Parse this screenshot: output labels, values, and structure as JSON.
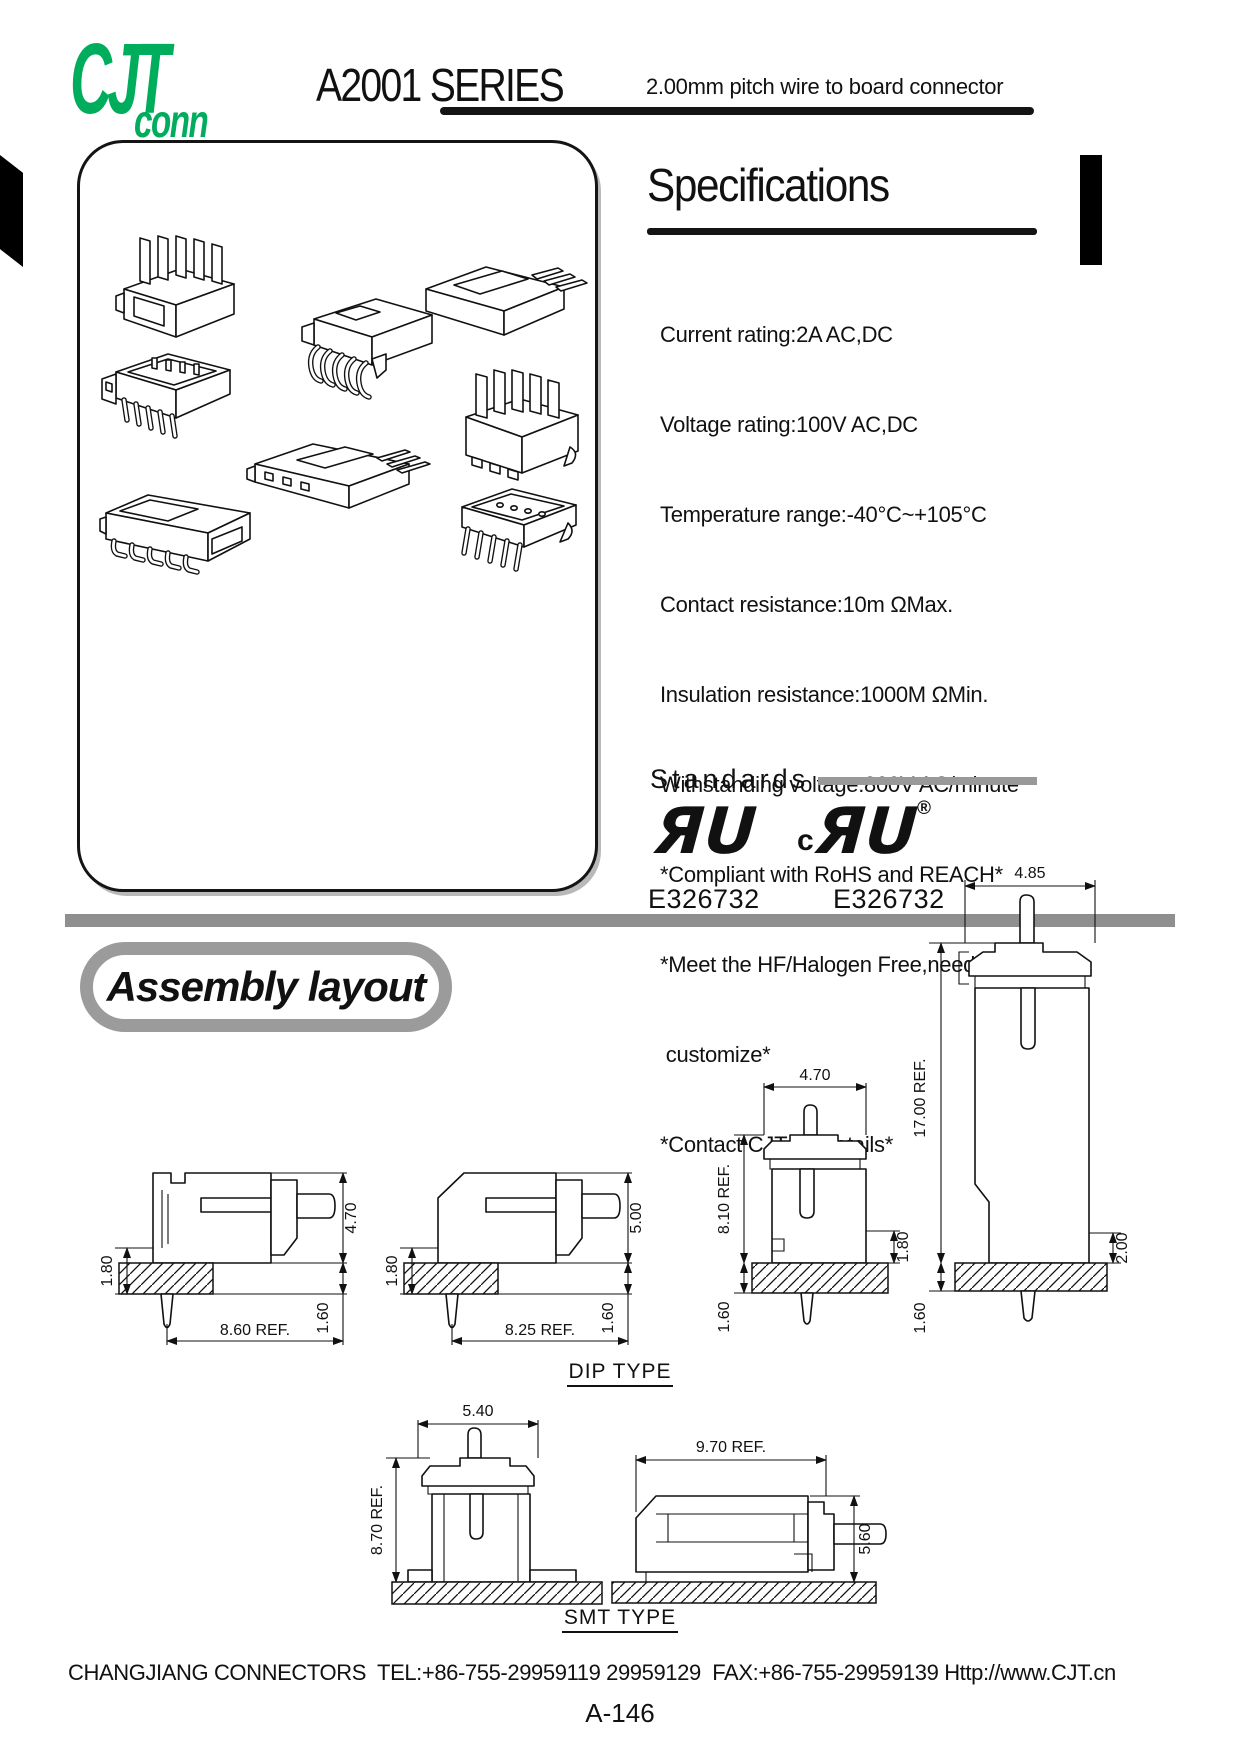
{
  "header": {
    "logo_cjt": "CJT",
    "logo_conn": "conn",
    "series": "A2001 SERIES",
    "subtitle": "2.00mm pitch wire to board connector"
  },
  "specs": {
    "title": "Specifications",
    "lines": [
      "Current rating:2A AC,DC",
      "Voltage rating:100V AC,DC",
      "Temperature range:-40°C~+105°C",
      "Contact resistance:10m ΩMax.",
      "Insulation resistance:1000M ΩMin.",
      "Withstanding voltage:800V AC/minute",
      "*Compliant with RoHS and REACH*",
      "*Meet the HF/Halogen Free,need to",
      " customize*",
      "*Contact CJT for details*"
    ]
  },
  "standards": {
    "title": "Standards",
    "mark": "ЯU",
    "c_prefix": "c",
    "registered": "®",
    "cert_left": "E326732",
    "cert_right": "E326732"
  },
  "assembly": {
    "title": "Assembly layout",
    "dip_label": "DIP TYPE",
    "smt_label": "SMT TYPE",
    "dims": {
      "d1_left": "1.80",
      "d1_right": "4.70",
      "d1_bottom": "8.60 REF.",
      "d1_board": "1.60",
      "d2_left": "1.80",
      "d2_right": "5.00",
      "d2_bottom": "8.25 REF.",
      "d2_board": "1.60",
      "d3_top": "4.70",
      "d3_left": "8.10 REF.",
      "d3_right": "1.80",
      "d3_board": "1.60",
      "d4_top": "4.85",
      "d4_left": "17.00 REF.",
      "d4_right": "2.00",
      "d4_board": "1.60",
      "s1_top": "5.40",
      "s1_left": "8.70 REF.",
      "s2_top": "9.70 REF.",
      "s2_right": "5.60"
    }
  },
  "footer": {
    "company": "CHANGJIANG CONNECTORS  TEL:+86-755-29959119 29959129  FAX:+86-755-29959139 Http://www.CJT.cn",
    "page": "A-146"
  },
  "colors": {
    "brand_green": "#00AD5C",
    "rule_gray": "#8f8f8f",
    "ink": "#141414"
  }
}
